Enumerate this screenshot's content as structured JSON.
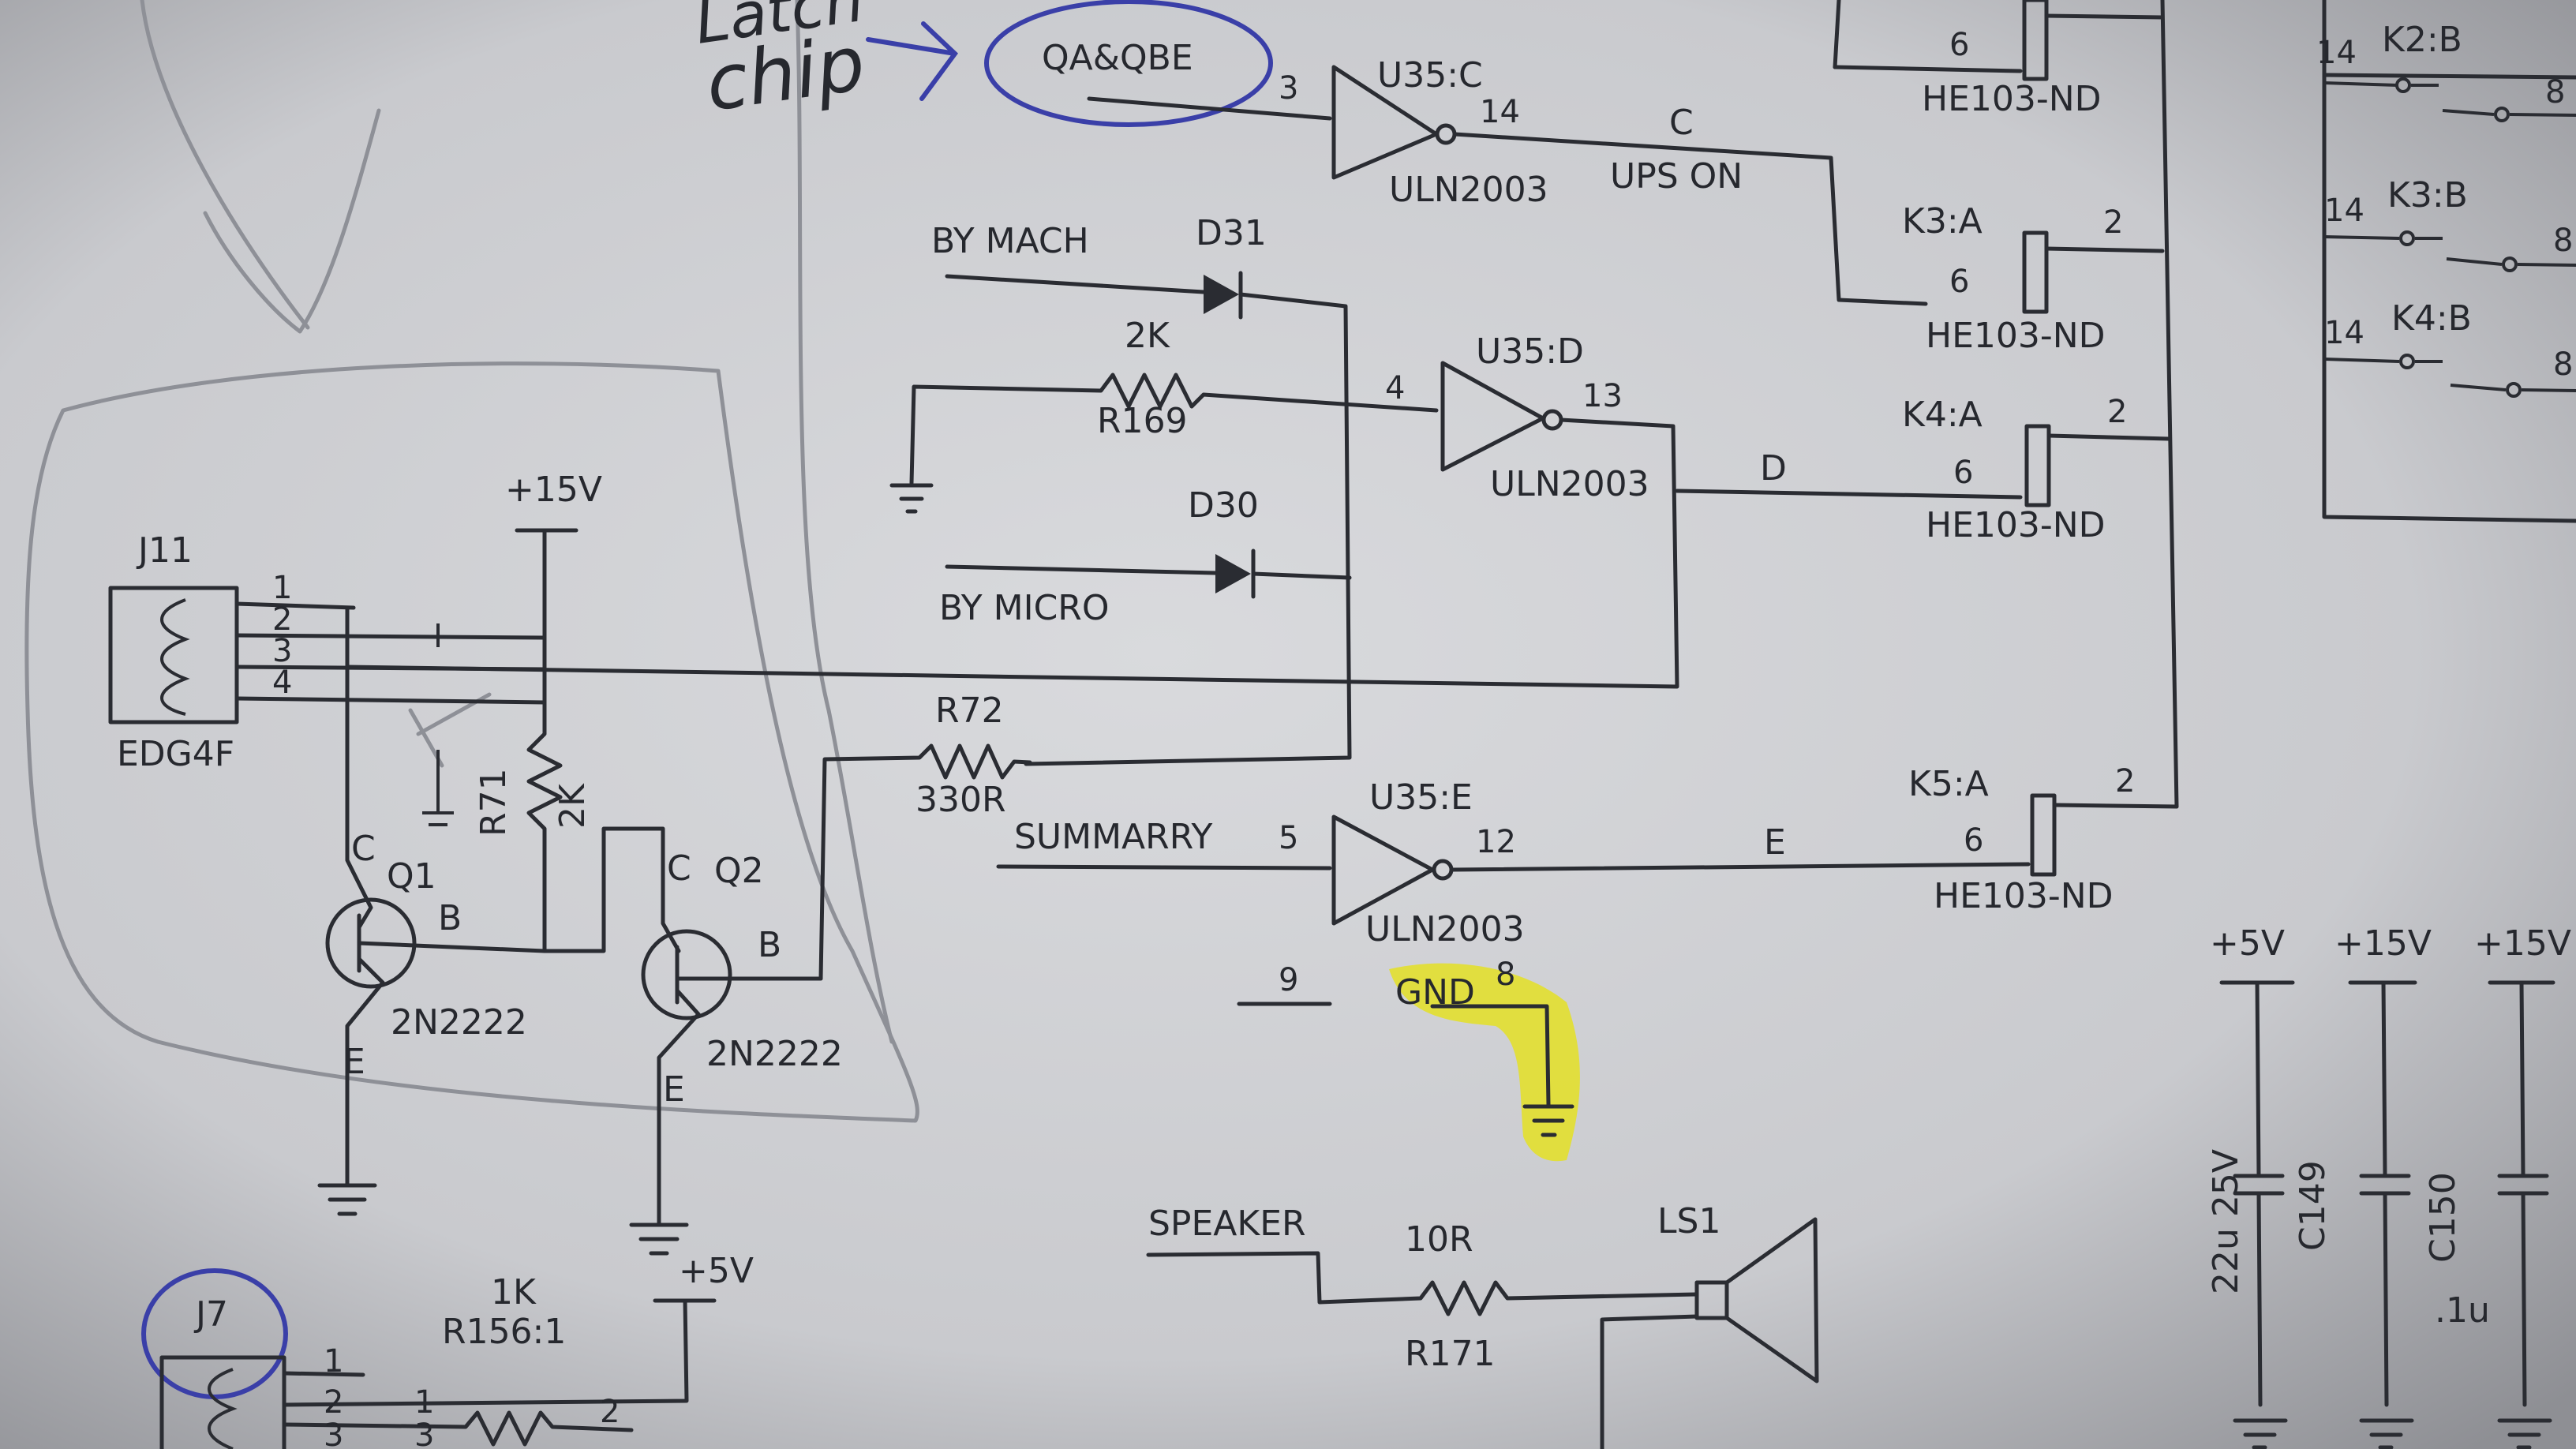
{
  "handwritten": {
    "note_line1": "Latch",
    "note_line2": "chip",
    "circled_label": "QA&QBE"
  },
  "u35c": {
    "ref": "U35:C",
    "part": "ULN2003",
    "in_pin": "3",
    "out_pin": "14",
    "net": "C",
    "net_name": "UPS ON"
  },
  "u35d": {
    "ref": "U35:D",
    "part": "ULN2003",
    "in_pin": "4",
    "out_pin": "13",
    "net": "D"
  },
  "u35e": {
    "ref": "U35:E",
    "part": "ULN2003",
    "in_pin": "5",
    "out_pin": "12",
    "net": "E",
    "pin9": "9",
    "gnd_label": "GND",
    "gnd_pin": "8"
  },
  "signals": {
    "by_mach": "BY MACH",
    "by_micro": "BY MICRO",
    "summary": "SUMMARRY",
    "speaker": "SPEAKER"
  },
  "diodes": {
    "d31": "D31",
    "d30": "D30"
  },
  "resistors": {
    "r169": {
      "ref": "R169",
      "value": "2K"
    },
    "r72": {
      "ref": "R72",
      "value": "330R"
    },
    "r71": {
      "ref": "R71",
      "value": "2K"
    },
    "r171": {
      "ref": "R171",
      "value": "10R"
    },
    "r156": {
      "ref": "R156:1",
      "value": "1K"
    }
  },
  "connectors": {
    "j11": {
      "ref": "J11",
      "part": "EDG4F",
      "pins": [
        "1",
        "2",
        "3",
        "4"
      ]
    },
    "j7": {
      "ref": "J7",
      "pins": [
        "1",
        "2",
        "3"
      ],
      "r156_pins": [
        "1",
        "3",
        "2"
      ]
    }
  },
  "transistors": {
    "q1": {
      "ref": "Q1",
      "part": "2N2222",
      "c": "C",
      "b": "B",
      "e": "E"
    },
    "q2": {
      "ref": "Q2",
      "part": "2N2222",
      "c": "C",
      "b": "B",
      "e": "E"
    }
  },
  "supplies": {
    "v15_left": "+15V",
    "v5_left": "+5V",
    "v5_right": "+5V",
    "v15_right_1": "+15V",
    "v15_right_2": "+15V"
  },
  "relays": [
    {
      "ref": "",
      "part": "HE103-ND",
      "pin_a": "6"
    },
    {
      "ref": "K3:A",
      "part": "HE103-ND",
      "pin_top": "2",
      "pin_a": "6"
    },
    {
      "ref": "K4:A",
      "part": "HE103-ND",
      "pin_top": "2",
      "pin_a": "6"
    },
    {
      "ref": "K5:A",
      "part": "HE103-ND",
      "pin_top": "2",
      "pin_a": "6"
    }
  ],
  "contacts": [
    {
      "ref": "K2:B",
      "pin_l": "14",
      "pin_r": "8"
    },
    {
      "ref": "K3:B",
      "pin_l": "14",
      "pin_r": "8"
    },
    {
      "ref": "K4:B",
      "pin_l": "14",
      "pin_r": "8"
    }
  ],
  "speaker": {
    "ref": "LS1"
  },
  "capacitors": {
    "c149": {
      "ref": "C149",
      "value": "22u 25V"
    },
    "c150": {
      "ref": "C150",
      "value": ".1u"
    }
  },
  "colors": {
    "paper": "#cfd0d4",
    "ink": "#26282e",
    "pen": "#3a3fa8",
    "highlight": "#e4e024"
  }
}
